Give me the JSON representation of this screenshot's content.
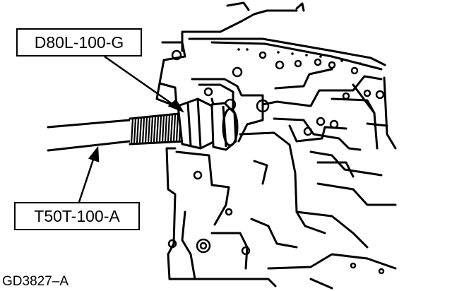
{
  "callouts": {
    "tool_top": "D80L-100-G",
    "tool_bottom": "T50T-100-A"
  },
  "figure_id": "GD3827–A",
  "colors": {
    "line": "#000000",
    "background": "#ffffff"
  }
}
